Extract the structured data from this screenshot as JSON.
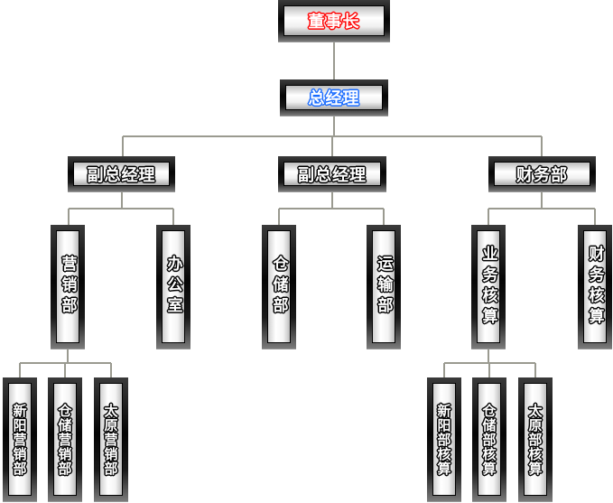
{
  "colors": {
    "outline_default": "#000000",
    "outline_chairman": "#ff0000",
    "outline_gm": "#1a6cff",
    "connector": "#9a9a90"
  },
  "nodes": [
    {
      "label": "董事长",
      "outline": "#ff0000"
    },
    {
      "label": "总经理",
      "outline": "#1a6cff"
    },
    {
      "label": "副总经理",
      "outline": "#000000"
    },
    {
      "label": "副总经理",
      "outline": "#000000"
    },
    {
      "label": "财务部",
      "outline": "#000000"
    },
    {
      "label": "营销部",
      "outline": "#000000"
    },
    {
      "label": "办公室",
      "outline": "#000000"
    },
    {
      "label": "仓储部",
      "outline": "#000000"
    },
    {
      "label": "运输部",
      "outline": "#000000"
    },
    {
      "label": "业务核算",
      "outline": "#000000"
    },
    {
      "label": "财务核算",
      "outline": "#000000"
    },
    {
      "label": "新阳营销部",
      "outline": "#000000"
    },
    {
      "label": "仓储营销部",
      "outline": "#000000"
    },
    {
      "label": "太原营销部",
      "outline": "#000000"
    },
    {
      "label": "新阳部核算",
      "outline": "#000000"
    },
    {
      "label": "仓储部核算",
      "outline": "#000000"
    },
    {
      "label": "太原部核算",
      "outline": "#000000"
    }
  ]
}
